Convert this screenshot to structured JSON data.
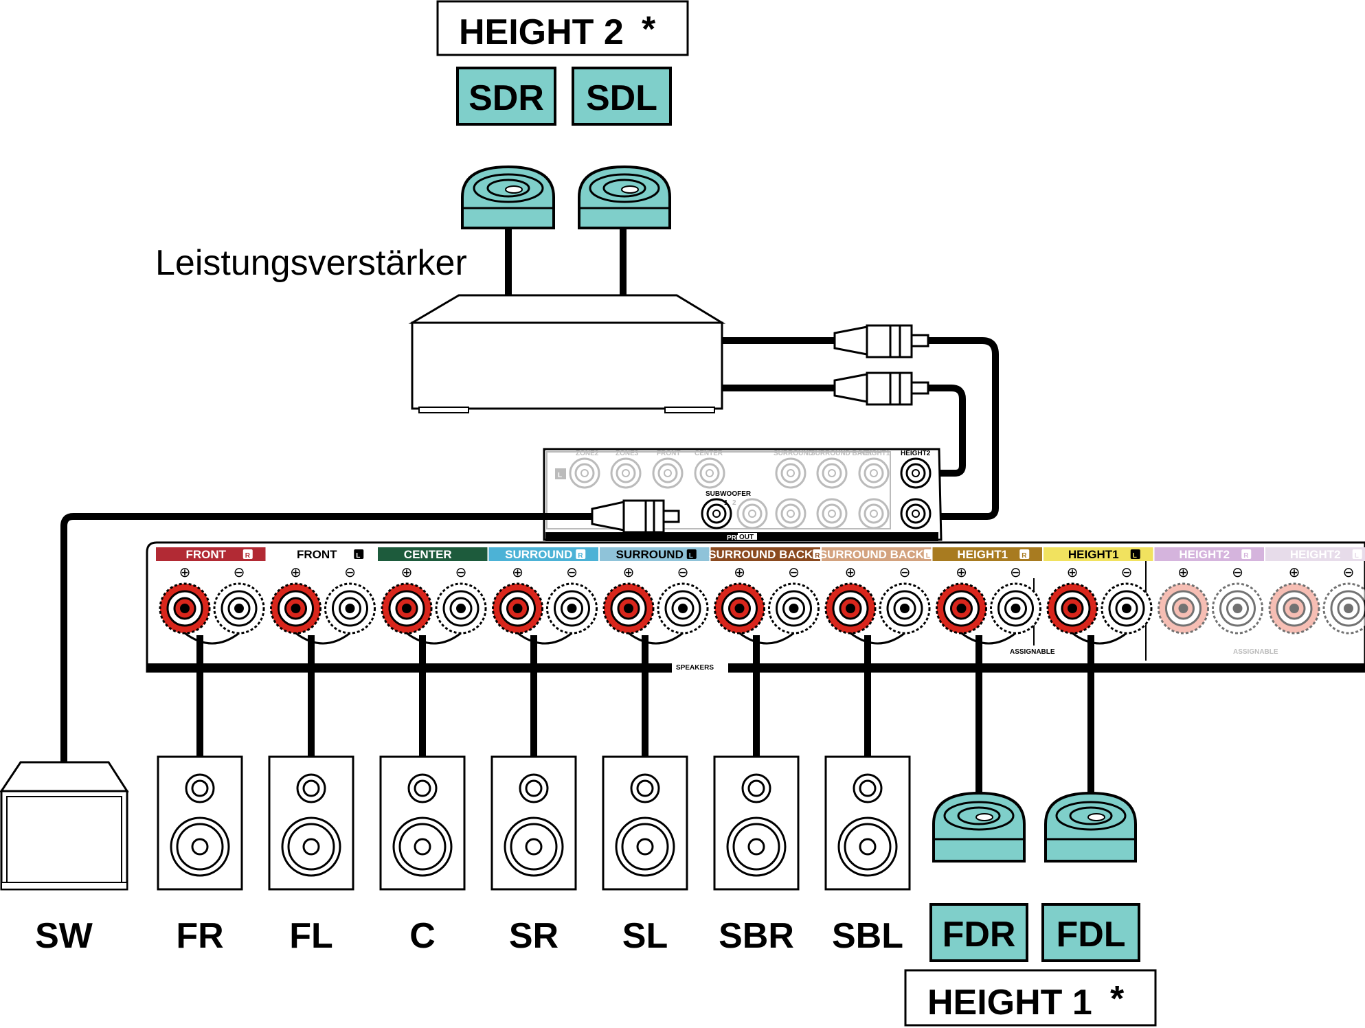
{
  "height2_box": {
    "label": "HEIGHT 2",
    "asterisk": "*"
  },
  "height1_box": {
    "label": "HEIGHT 1",
    "asterisk": "*"
  },
  "height2_tags": [
    "SDR",
    "SDL"
  ],
  "height1_tags": [
    "FDR",
    "FDL"
  ],
  "amplifier_label": "Leistungsverstärker",
  "speaker_labels": [
    "SW",
    "FR",
    "FL",
    "C",
    "SR",
    "SL",
    "SBR",
    "SBL"
  ],
  "preout": {
    "top_labels": [
      "ZONE2",
      "ZONE3",
      "FRONT",
      "CENTER",
      "SURROUND",
      "SURROUND BACK",
      "HEIGHT1",
      "HEIGHT2"
    ],
    "subwoofer": "SUBWOOFER",
    "sub_numbers": [
      "1",
      "2"
    ],
    "pre": "PRE",
    "out": "OUT",
    "l": "L"
  },
  "terminal_channels": [
    {
      "name": "FRONT",
      "side": "R",
      "color": "#b22a34"
    },
    {
      "name": "FRONT",
      "side": "L",
      "color": "#ffffff"
    },
    {
      "name": "CENTER",
      "side": "",
      "color": "#1d5b3c"
    },
    {
      "name": "SURROUND",
      "side": "R",
      "color": "#4cb2d6"
    },
    {
      "name": "SURROUND",
      "side": "L",
      "color": "#8fc3d9"
    },
    {
      "name": "SURROUND BACK",
      "side": "R",
      "color": "#8b4a1f"
    },
    {
      "name": "SURROUND BACK",
      "side": "L",
      "color": "#d3a27e"
    },
    {
      "name": "HEIGHT1",
      "side": "R",
      "color": "#a87b20"
    },
    {
      "name": "HEIGHT1",
      "side": "L",
      "color": "#f1e25f"
    },
    {
      "name": "HEIGHT2",
      "side": "R",
      "color": "#d5b4dd"
    },
    {
      "name": "HEIGHT2",
      "side": "L",
      "color": "#e7dcea"
    }
  ],
  "speakers_label": "SPEAKERS",
  "assignable_label": "ASSIGNABLE",
  "colors": {
    "teal": "#7fcfca",
    "red": "#d9261c",
    "black": "#000000"
  }
}
